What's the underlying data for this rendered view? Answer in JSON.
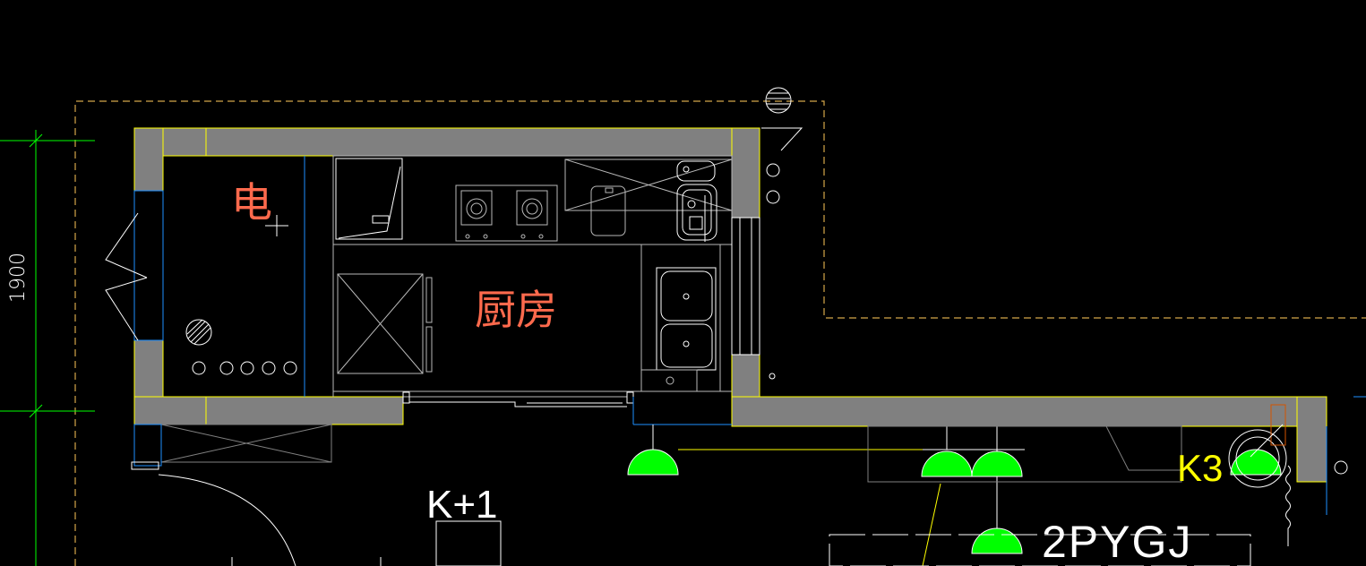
{
  "drawing": {
    "dimension": "1900",
    "rooms": {
      "electrical": "电",
      "kitchen": "厨房"
    },
    "tags": {
      "k1": "K+1",
      "k3": "K3",
      "panel": "2PYGJ"
    },
    "colors": {
      "background": "#000000",
      "wall_fill": "#808080",
      "wall_edge": "#ffff00",
      "dim_line": "#00ff00",
      "boundary_dash": "#d4a64a",
      "room_label": "#ff6a4d",
      "fixture": "#b8b8b8",
      "partition": "#1e90ff",
      "lamp_fill": "#00ff00",
      "tag_text": "#ffffff",
      "k3_text": "#ffff00"
    }
  }
}
